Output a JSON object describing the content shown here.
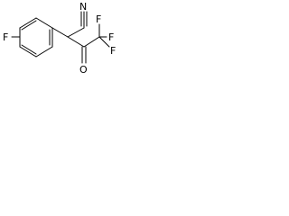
{
  "structure": {
    "atoms": {
      "fluoro_para": "F",
      "nitrile_n": "N",
      "ketone_o": "O",
      "cf3_f_top": "F",
      "cf3_f_mid": "F",
      "cf3_f_right": "F"
    }
  }
}
